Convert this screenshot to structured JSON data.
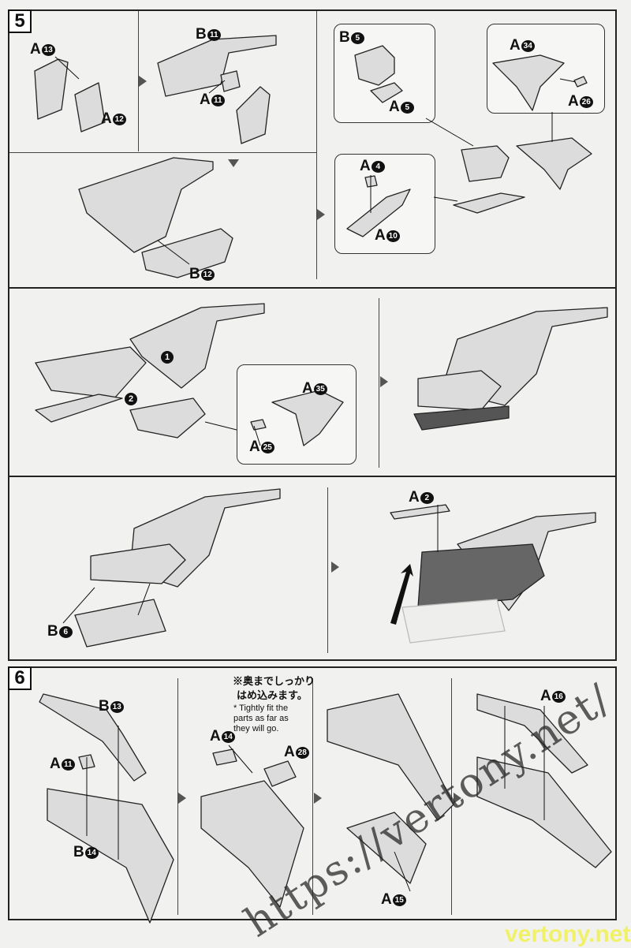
{
  "section5": {
    "step_number": "5",
    "callouts": {
      "a13": {
        "letter": "A",
        "num": "13"
      },
      "a12": {
        "letter": "A",
        "num": "12"
      },
      "b11": {
        "letter": "B",
        "num": "11"
      },
      "a11": {
        "letter": "A",
        "num": "11"
      },
      "b12": {
        "letter": "B",
        "num": "12"
      },
      "b5": {
        "letter": "B",
        "num": "5"
      },
      "a5": {
        "letter": "A",
        "num": "5"
      },
      "a34": {
        "letter": "A",
        "num": "34"
      },
      "a26": {
        "letter": "A",
        "num": "26"
      },
      "a4": {
        "letter": "A",
        "num": "4"
      },
      "a10": {
        "letter": "A",
        "num": "10"
      },
      "a35": {
        "letter": "A",
        "num": "35"
      },
      "a25": {
        "letter": "A",
        "num": "25"
      },
      "b6": {
        "letter": "B",
        "num": "6"
      },
      "a2": {
        "letter": "A",
        "num": "2"
      }
    },
    "order_marks": [
      "1",
      "2"
    ]
  },
  "section6": {
    "step_number": "6",
    "callouts": {
      "b13": {
        "letter": "B",
        "num": "13"
      },
      "a11": {
        "letter": "A",
        "num": "11"
      },
      "b14": {
        "letter": "B",
        "num": "14"
      },
      "a14": {
        "letter": "A",
        "num": "14"
      },
      "a28": {
        "letter": "A",
        "num": "28"
      },
      "a15": {
        "letter": "A",
        "num": "15"
      },
      "a16": {
        "letter": "A",
        "num": "16"
      }
    },
    "note_jp_line1": "※奥までしっかり",
    "note_jp_line2": "はめ込みます。",
    "note_en": "* Tightly fit the parts as far as they will go."
  },
  "watermark": {
    "url": "https://vertony.net/",
    "footer": "vertony.net"
  },
  "colors": {
    "paper": "#f1f1ef",
    "part": "#dcdcdc",
    "highlight": "#6a6a6a",
    "line": "#222222"
  }
}
